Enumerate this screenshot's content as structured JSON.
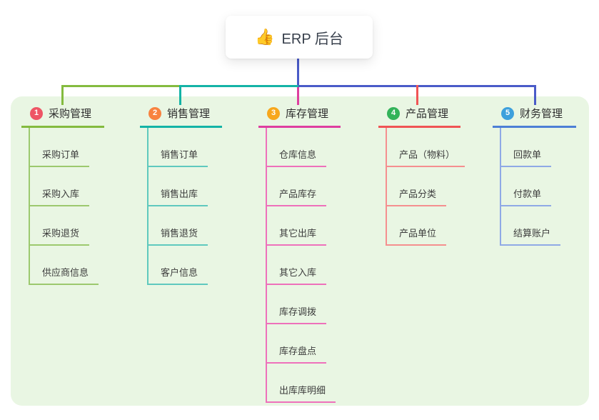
{
  "root": {
    "emoji": "👍",
    "title": "ERP 后台"
  },
  "colors": {
    "page_background": "#ffffff",
    "panel_background": "#e9f6e3",
    "root_connector": "#4a5bc8",
    "title_text": "#2e2e2e",
    "item_text": "#3d3d3d"
  },
  "branches": [
    {
      "badge": "1",
      "badge_color": "#ee5565",
      "line_color": "#84bb3f",
      "child_line_color": "#9cc96e",
      "label": "采购管理",
      "children": [
        "采购订单",
        "采购入库",
        "采购退货",
        "供应商信息"
      ]
    },
    {
      "badge": "2",
      "badge_color": "#f8823f",
      "line_color": "#14b3a6",
      "child_line_color": "#5fc9be",
      "label": "销售管理",
      "children": [
        "销售订单",
        "销售出库",
        "销售退货",
        "客户信息"
      ]
    },
    {
      "badge": "3",
      "badge_color": "#f7a71c",
      "line_color": "#de3fa0",
      "child_line_color": "#ee71bb",
      "label": "库存管理",
      "children": [
        "仓库信息",
        "产品库存",
        "其它出库",
        "其它入库",
        "库存调拨",
        "库存盘点",
        "出库库明细"
      ]
    },
    {
      "badge": "4",
      "badge_color": "#33b35a",
      "line_color": "#f05455",
      "child_line_color": "#f58f8f",
      "label": "产品管理",
      "children": [
        "产品（物料）",
        "产品分类",
        "产品单位"
      ]
    },
    {
      "badge": "5",
      "badge_color": "#3da0dc",
      "line_color": "#4d7fd6",
      "child_line_color": "#8fa9e6",
      "label": "财务管理",
      "children": [
        "回款单",
        "付款单",
        "结算账户"
      ]
    }
  ]
}
